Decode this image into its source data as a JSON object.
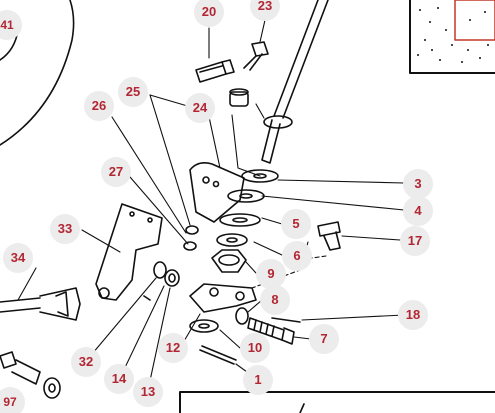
{
  "callouts": {
    "c1": "1",
    "c3": "3",
    "c4": "4",
    "c5": "5",
    "c6": "6",
    "c7": "7",
    "c8": "8",
    "c9": "9",
    "c10": "10",
    "c12": "12",
    "c13": "13",
    "c14": "14",
    "c17": "17",
    "c18": "18",
    "c20": "20",
    "c23": "23",
    "c24": "24",
    "c25": "25",
    "c26": "26",
    "c27": "27",
    "c32": "32",
    "c33": "33",
    "c34": "34",
    "c41": "41",
    "c97": "97"
  },
  "colors": {
    "callout_text": "#b22733",
    "callout_bg": "#ececec",
    "line_art": "#111111",
    "inset_frame": "#c0392b"
  }
}
